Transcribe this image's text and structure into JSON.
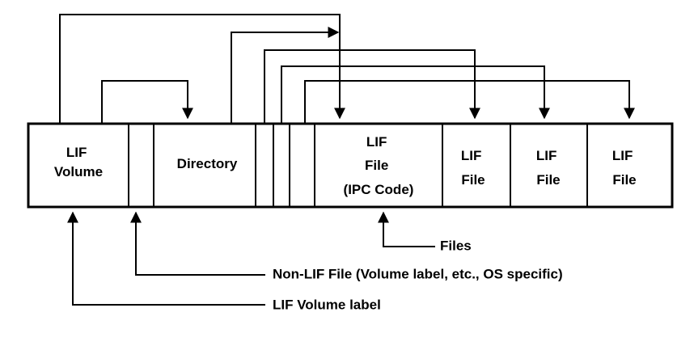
{
  "cells": {
    "lif_volume": [
      "LIF",
      "Volume"
    ],
    "directory": [
      "Directory"
    ],
    "lif_file_ipc": [
      "LIF",
      "File",
      "(IPC Code)"
    ],
    "lif_file_2": [
      "LIF",
      "File"
    ],
    "lif_file_3": [
      "LIF",
      "File"
    ],
    "lif_file_4": [
      "LIF",
      "File"
    ]
  },
  "labels": {
    "files": "Files",
    "non_lif_file": "Non-LIF File (Volume label, etc., OS specific)",
    "lif_volume_label": "LIF Volume label"
  }
}
